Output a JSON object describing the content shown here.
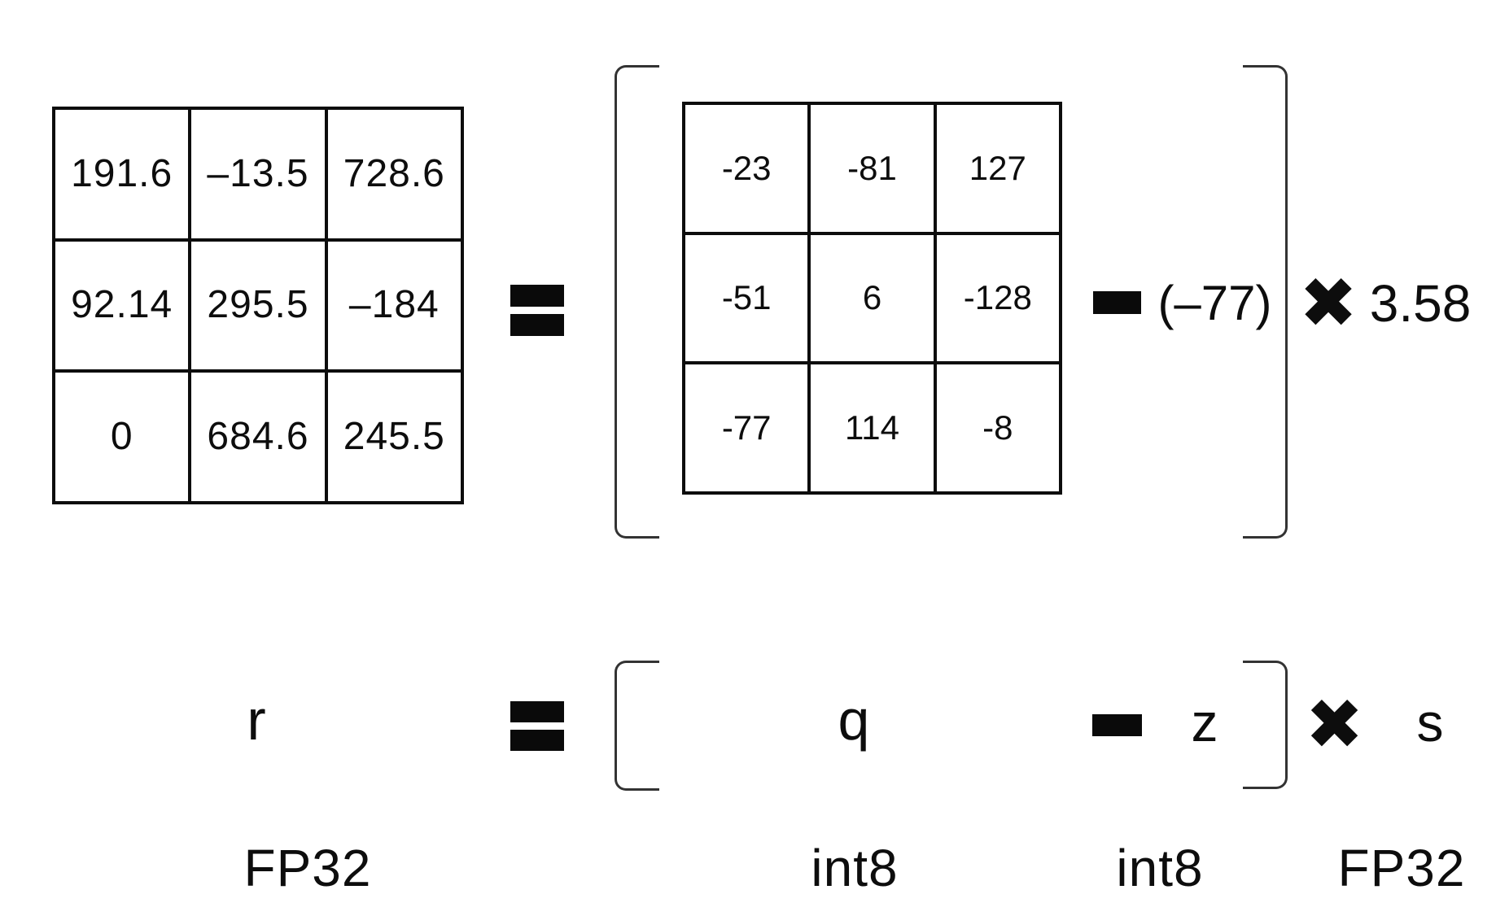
{
  "colors": {
    "ink": "#0d0d0d",
    "line": "#333333",
    "background": "#ffffff"
  },
  "top_row": {
    "fp32_matrix": {
      "rows": [
        [
          "191.6",
          "–13.5",
          "728.6"
        ],
        [
          "92.14",
          "295.5",
          "–184"
        ],
        [
          "0",
          "684.6",
          "245.5"
        ]
      ]
    },
    "int8_matrix": {
      "rows": [
        [
          "-23",
          "-81",
          "127"
        ],
        [
          "-51",
          "6",
          "-128"
        ],
        [
          "-77",
          "114",
          "-8"
        ]
      ]
    },
    "zero_point_value": "(–77)",
    "times_glyph": "✖",
    "scale_value": "3.58"
  },
  "symbol_row": {
    "real": "r",
    "quantized": "q",
    "zero_point": "z",
    "times_glyph": "✖",
    "scale": "s"
  },
  "dtype_labels": {
    "real": "FP32",
    "quantized": "int8",
    "zero_point": "int8",
    "scale": "FP32"
  }
}
